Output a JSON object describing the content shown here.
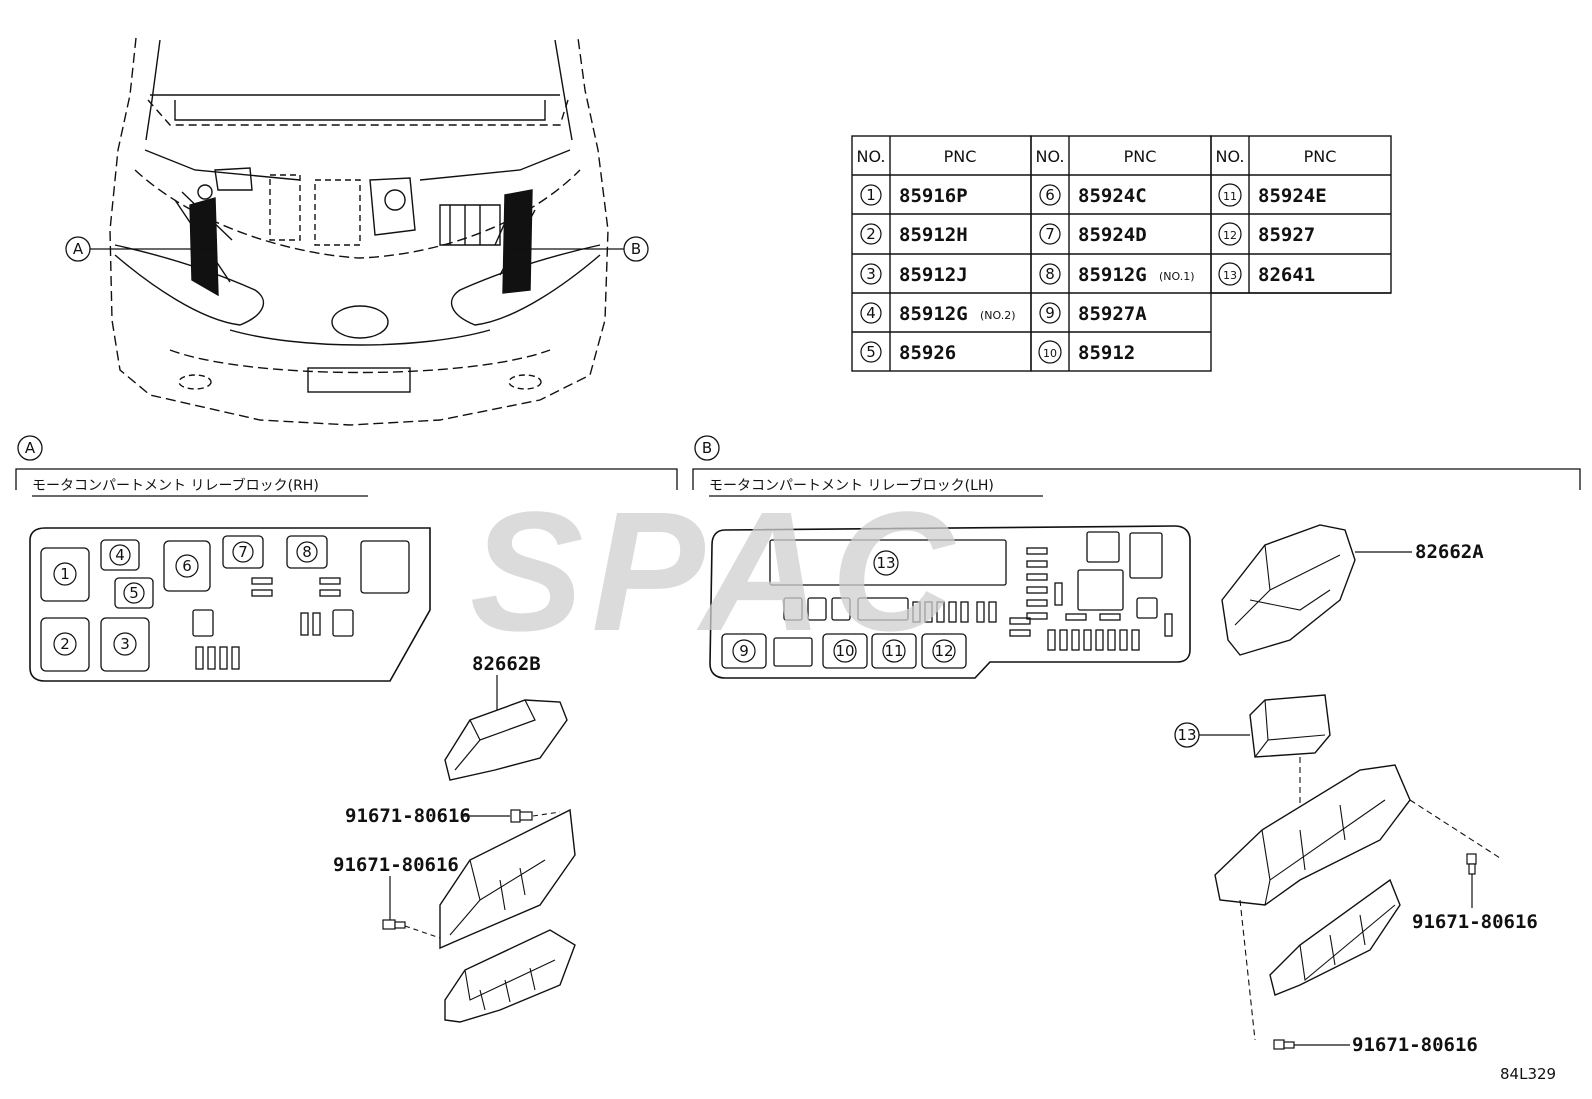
{
  "parts_table": {
    "header": {
      "no": "NO.",
      "pnc": "PNC"
    },
    "rows": [
      [
        {
          "no": "1",
          "pnc": "85916P",
          "suffix": ""
        },
        {
          "no": "6",
          "pnc": "85924C",
          "suffix": ""
        },
        {
          "no": "11",
          "pnc": "85924E",
          "suffix": ""
        }
      ],
      [
        {
          "no": "2",
          "pnc": "85912H",
          "suffix": ""
        },
        {
          "no": "7",
          "pnc": "85924D",
          "suffix": ""
        },
        {
          "no": "12",
          "pnc": "85927",
          "suffix": ""
        }
      ],
      [
        {
          "no": "3",
          "pnc": "85912J",
          "suffix": ""
        },
        {
          "no": "8",
          "pnc": "85912G",
          "suffix": "(NO.1)"
        },
        {
          "no": "13",
          "pnc": "82641",
          "suffix": ""
        }
      ],
      [
        {
          "no": "4",
          "pnc": "85912G",
          "suffix": "(NO.2)"
        },
        {
          "no": "9",
          "pnc": "85927A",
          "suffix": ""
        }
      ],
      [
        {
          "no": "5",
          "pnc": "85926",
          "suffix": ""
        },
        {
          "no": "10",
          "pnc": "85912",
          "suffix": ""
        }
      ]
    ]
  },
  "callouts": {
    "a": "A",
    "b": "B"
  },
  "section_a": {
    "title": "モータコンパートメント リレーブロック(RH)"
  },
  "section_b": {
    "title": "モータコンパートメント リレーブロック(LH)"
  },
  "relay_a": [
    "1",
    "2",
    "3",
    "4",
    "5",
    "6",
    "7",
    "8"
  ],
  "relay_b": [
    "13",
    "9",
    "10",
    "11",
    "12"
  ],
  "part_labels": {
    "p82662b": "82662B",
    "p82662a": "82662A",
    "screw_a1": "91671-80616",
    "screw_a2": "91671-80616",
    "screw_b1": "91671-80616",
    "screw_b2": "91671-80616",
    "item13": "13"
  },
  "watermark": "SPAC",
  "drawing_ref": "84L329"
}
